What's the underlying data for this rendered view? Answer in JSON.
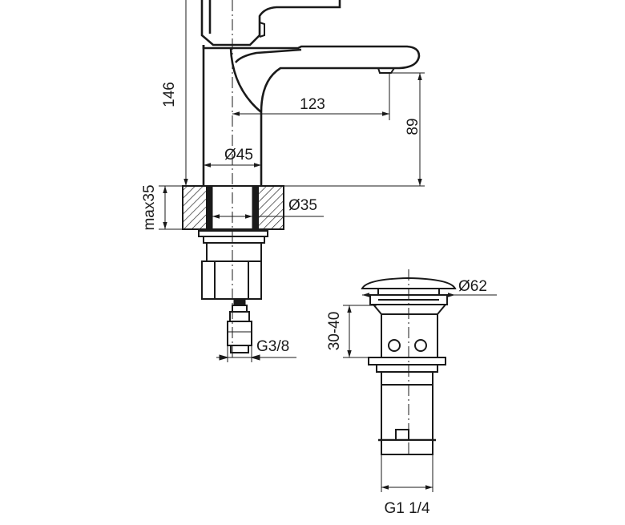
{
  "drawing": {
    "faucet": {
      "height_label": "146",
      "spout_reach_label": "123",
      "spout_height_label": "89",
      "body_diameter_label": "Ø45",
      "hole_diameter_label": "Ø35",
      "max_thickness_label": "max35",
      "connection_label": "G3/8"
    },
    "drain": {
      "cap_diameter_label": "Ø62",
      "height_range_label": "30-40",
      "thread_label": "G1 1/4"
    }
  }
}
